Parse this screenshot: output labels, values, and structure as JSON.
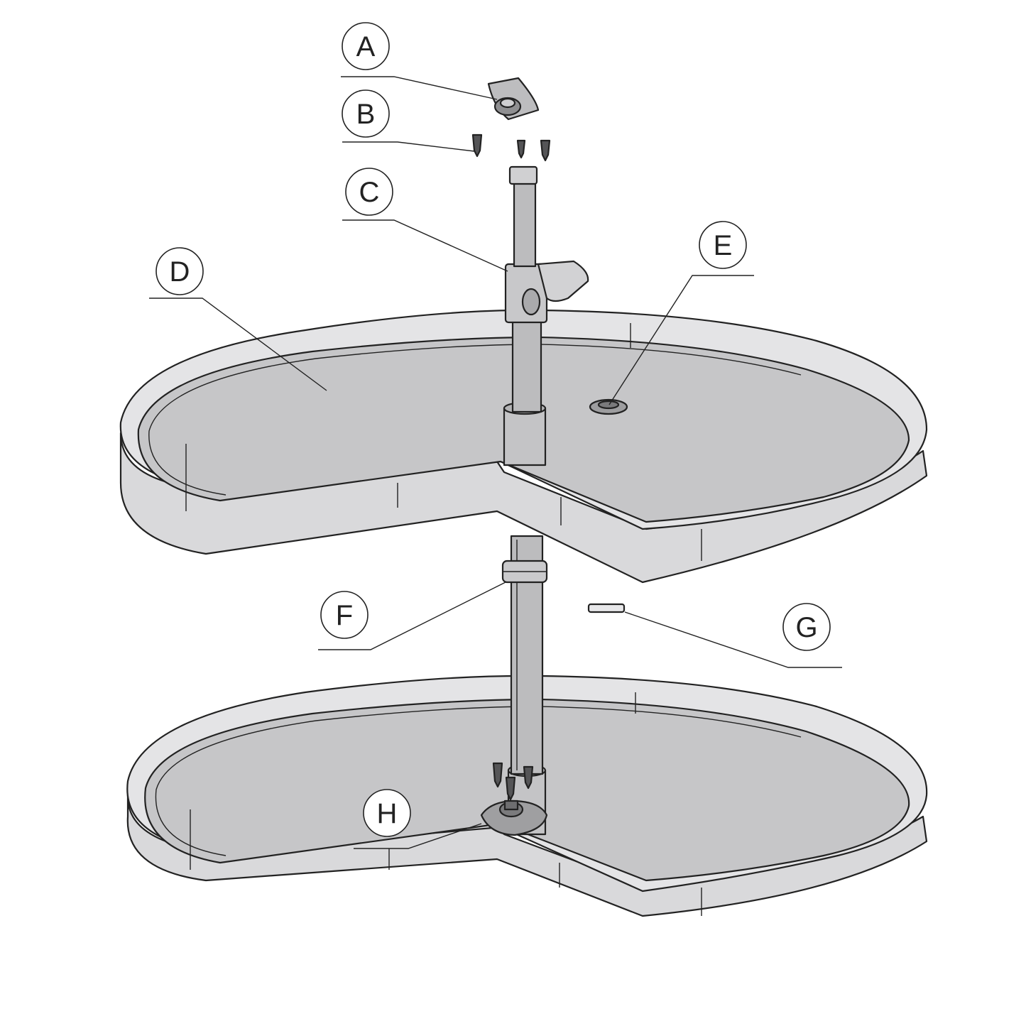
{
  "diagram": {
    "colors": {
      "tray_fill": "#c6c6c8",
      "rim_fill": "#e2e2e4",
      "metal_fill": "#b9b9bb",
      "line": "#222222"
    },
    "callouts": [
      {
        "id": "A",
        "label": "A"
      },
      {
        "id": "B",
        "label": "B"
      },
      {
        "id": "C",
        "label": "C"
      },
      {
        "id": "D",
        "label": "D"
      },
      {
        "id": "E",
        "label": "E"
      },
      {
        "id": "F",
        "label": "F"
      },
      {
        "id": "G",
        "label": "G"
      },
      {
        "id": "H",
        "label": "H"
      }
    ]
  }
}
